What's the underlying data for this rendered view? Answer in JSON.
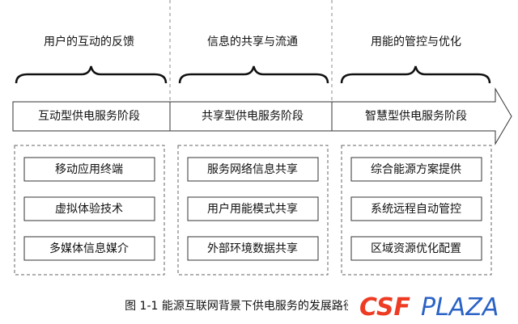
{
  "stages": [
    {
      "goal": "用户的互动的反馈",
      "stage": "互动型供电服务阶段",
      "items": [
        "移动应用终端",
        "虚拟体验技术",
        "多媒体信息媒介"
      ]
    },
    {
      "goal": "信息的共享与流通",
      "stage": "共享型供电服务阶段",
      "items": [
        "服务网络信息共享",
        "用户用能模式共享",
        "外部环境数据共享"
      ]
    },
    {
      "goal": "用能的管控与优化",
      "stage": "智慧型供电服务阶段",
      "items": [
        "综合能源方案提供",
        "系统远程自动管控",
        "区域资源优化配置"
      ]
    }
  ],
  "caption": "图 1-1  能源互联网背景下供电服务的发展路径分析",
  "watermark": {
    "brand": "CSF",
    "suffix": "PLAZA"
  }
}
